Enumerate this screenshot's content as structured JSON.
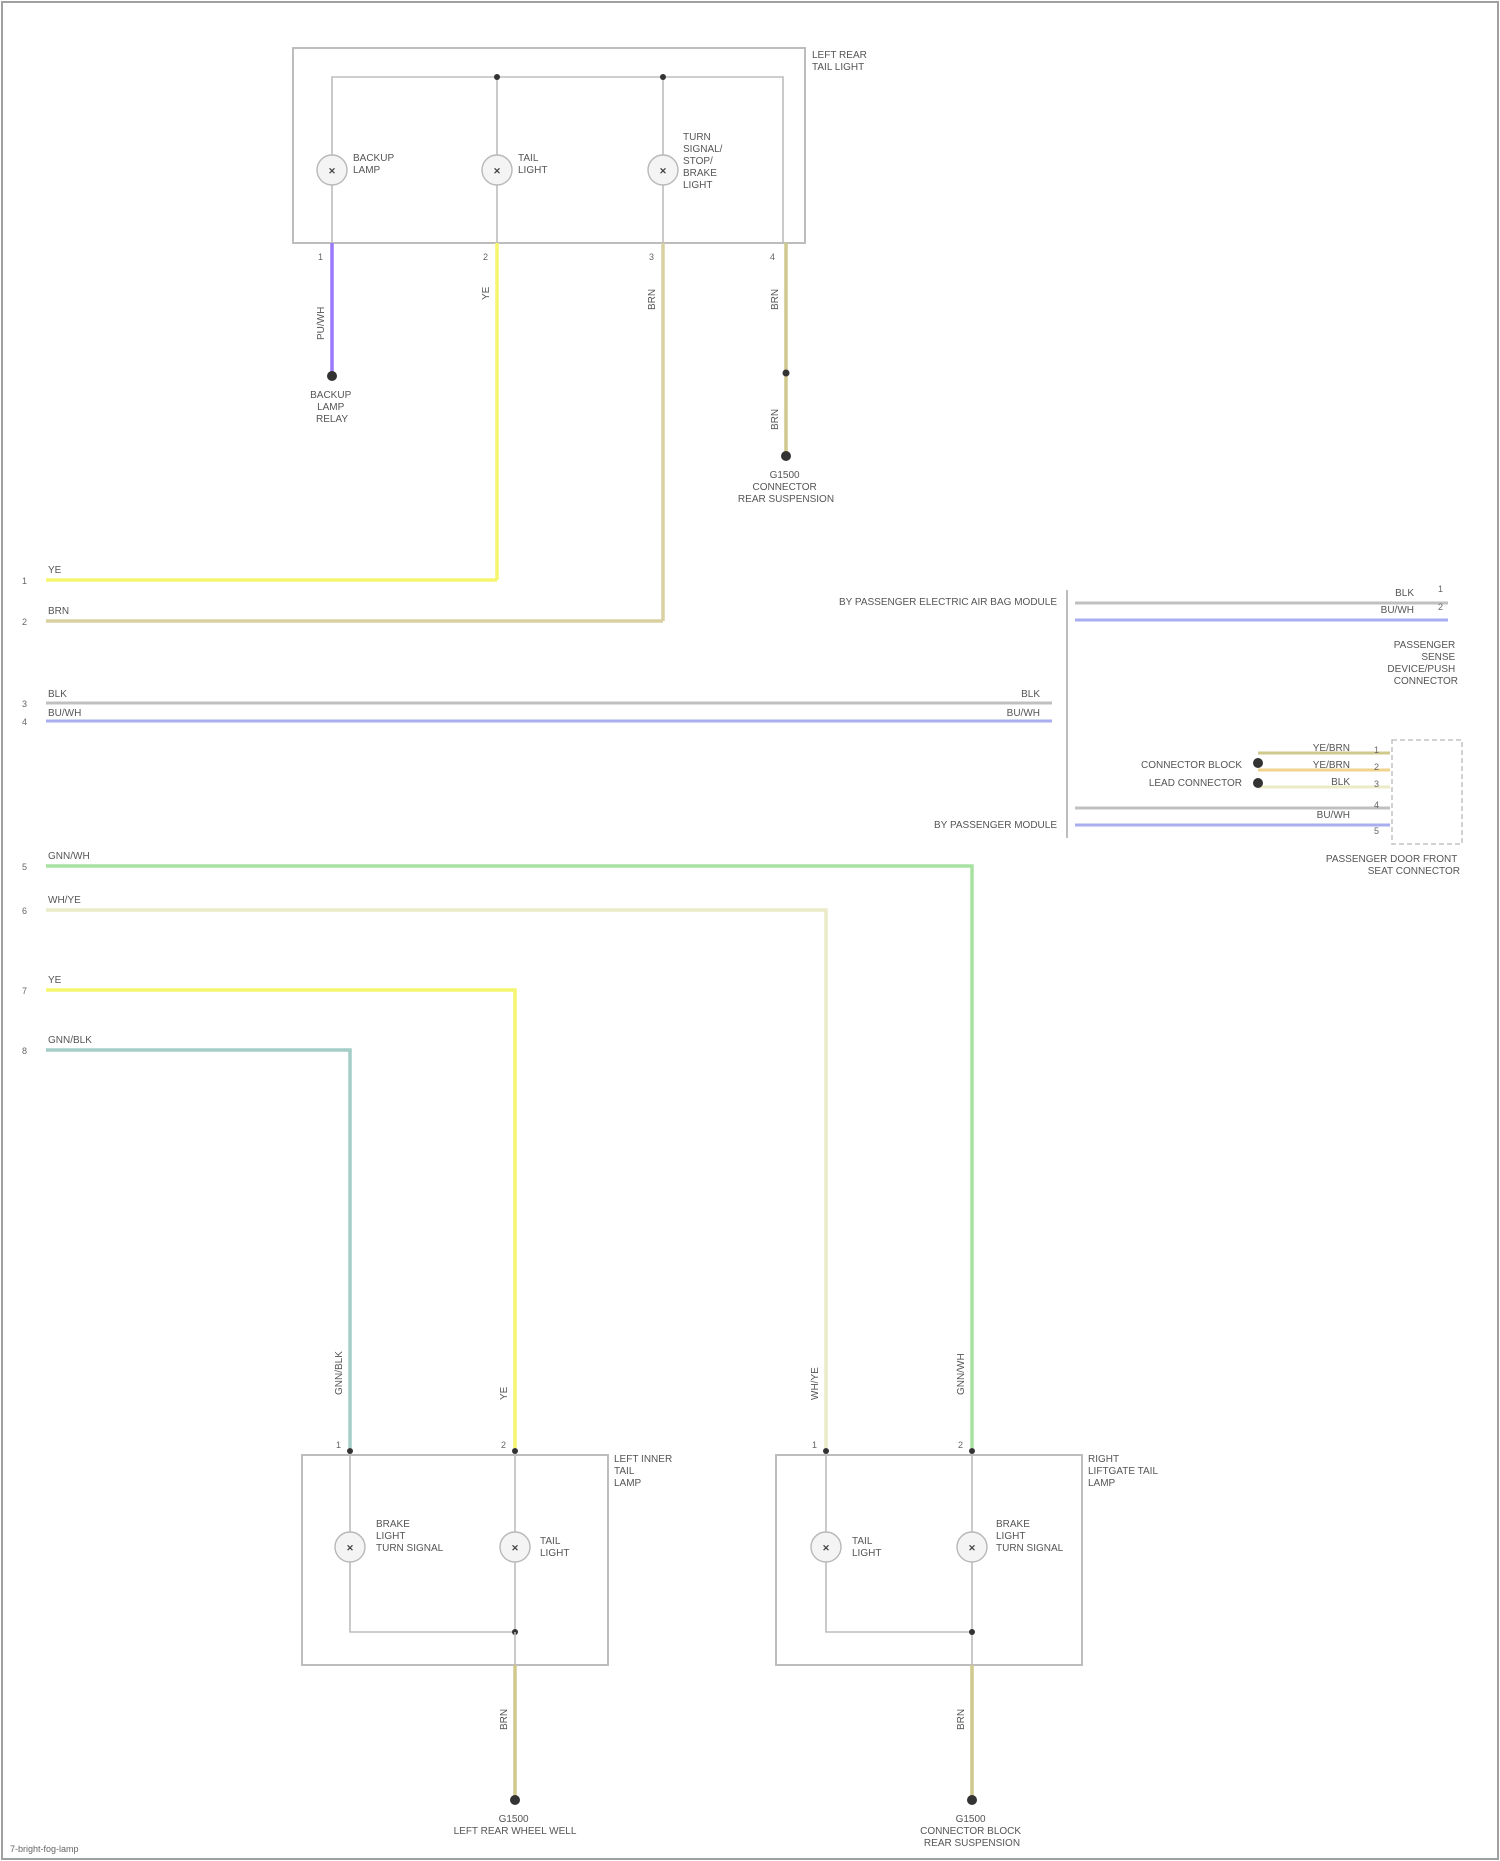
{
  "footer": "7-bright-fog-lamp",
  "colors": {
    "purple": "#9a78ff",
    "yellow": "#f5f56e",
    "tan": "#d9d0a2",
    "gray": "#c0c0c0",
    "blue": "#a9aef0",
    "green": "#a7e3a0",
    "cream": "#ecebc8",
    "teal": "#a4cdc8",
    "olive": "#cfc98e",
    "orange": "#f2d38e"
  },
  "top_lamp": {
    "title_lines": [
      "LEFT REAR",
      "TAIL LIGHT"
    ],
    "bulbs": [
      {
        "lines": [
          "BACKUP",
          "LAMP"
        ]
      },
      {
        "lines": [
          "TAIL",
          "LIGHT"
        ]
      },
      {
        "lines": [
          "TURN",
          "SIGNAL/",
          "STOP/",
          "BRAKE",
          "LIGHT"
        ]
      }
    ],
    "wire_labels": [
      "PU/WH",
      "YE",
      "BRN",
      "BRN",
      "BRN"
    ],
    "pins": [
      "1",
      "2",
      "3",
      "4"
    ],
    "ground_left_lines": [
      "BACKUP",
      "LAMP",
      "RELAY"
    ],
    "ground_right_lines": [
      "G1500",
      "CONNECTOR",
      "REAR SUSPENSION"
    ]
  },
  "left_rows": [
    {
      "pin": "1",
      "label": "YE"
    },
    {
      "pin": "2",
      "label": "BRN"
    },
    {
      "pin": "3",
      "label": "BLK"
    },
    {
      "pin": "4",
      "label": "BU/WH"
    },
    {
      "pin": "5",
      "label": "GNN/WH"
    },
    {
      "pin": "6",
      "label": "WH/YE"
    },
    {
      "pin": "7",
      "label": "YE"
    },
    {
      "pin": "8",
      "label": "GNN/BLK"
    }
  ],
  "bus_right_labels": [
    "BLK",
    "BU/WH"
  ],
  "right_panel": {
    "top_text": "BY PASSENGER ELECTRIC AIR BAG MODULE",
    "wire_labels_top": [
      "BLK",
      "BU/WH"
    ],
    "pins_top": [
      "1",
      "2"
    ],
    "connector_lines": [
      "PASSENGER",
      "SENSE",
      "DEVICE/PUSH",
      "CONNECTOR"
    ],
    "mid_labels": [
      "CONNECTOR BLOCK",
      "LEAD CONNECTOR"
    ],
    "wire_labels_mid": [
      "YE/BRN",
      "YE/BRN",
      "BLK",
      "BU/WH"
    ],
    "pins_mid": [
      "1",
      "2",
      "3",
      "4",
      "5"
    ],
    "bottom_text": "BY PASSENGER MODULE",
    "connector_title_lines": [
      "PASSENGER DOOR FRONT",
      "SEAT CONNECTOR"
    ]
  },
  "bottom_left_lamp": {
    "title_lines": [
      "LEFT INNER",
      "TAIL",
      "LAMP"
    ],
    "bulbs": [
      {
        "lines": [
          "BRAKE",
          "LIGHT",
          "TURN SIGNAL"
        ]
      },
      {
        "lines": [
          "TAIL",
          "LIGHT"
        ]
      }
    ],
    "wire_labels": [
      "GNN/BLK",
      "YE",
      "BRN"
    ],
    "pins": [
      "1",
      "2"
    ],
    "ground_lines": [
      "G1500",
      "LEFT REAR WHEEL WELL"
    ]
  },
  "bottom_right_lamp": {
    "title_lines": [
      "RIGHT",
      "LIFTGATE TAIL",
      "LAMP"
    ],
    "bulbs": [
      {
        "lines": [
          "TAIL",
          "LIGHT"
        ]
      },
      {
        "lines": [
          "BRAKE",
          "LIGHT",
          "TURN SIGNAL"
        ]
      }
    ],
    "wire_labels": [
      "WH/YE",
      "GNN/WH",
      "BRN"
    ],
    "pins": [
      "1",
      "2"
    ],
    "ground_lines": [
      "G1500",
      "CONNECTOR BLOCK",
      "REAR SUSPENSION"
    ]
  }
}
